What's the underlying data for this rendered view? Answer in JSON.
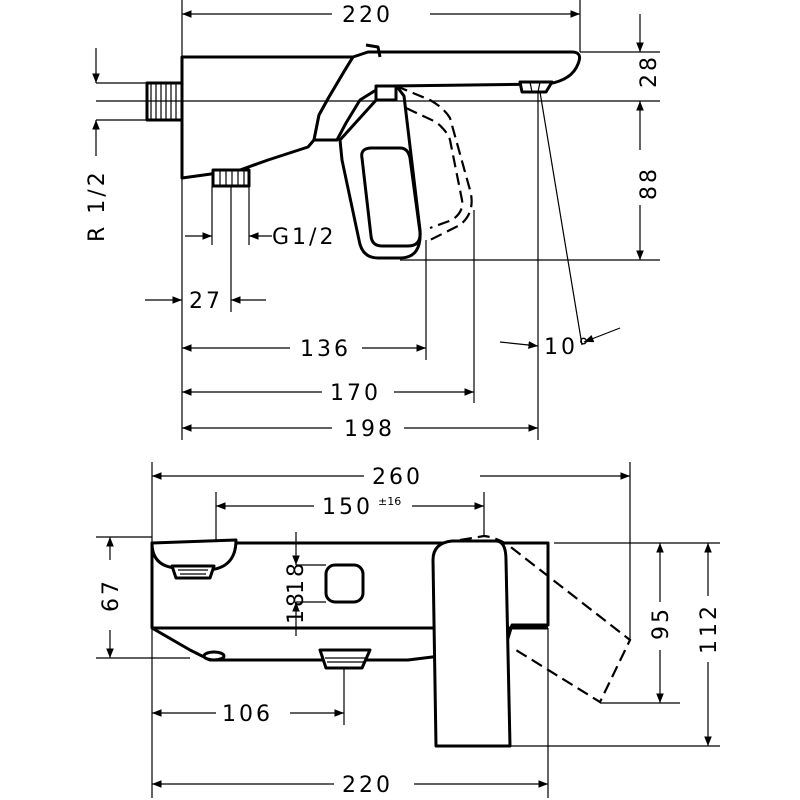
{
  "side_view": {
    "dimensions": {
      "width_total": "220",
      "spout_height": "28",
      "handle_height": "88",
      "thread_inlet": "R 1/2",
      "thread_outlet": "G1/2",
      "outlet_offset": "27",
      "dist_136": "136",
      "dist_170": "170",
      "dist_198": "198",
      "angle": "10°"
    }
  },
  "top_view": {
    "dimensions": {
      "overall": "260",
      "center_distance": "150",
      "center_tolerance": "±16",
      "knob_gap": "18",
      "knob_gap_2": "18",
      "depth_67": "67",
      "outlet_position": "106",
      "base_width": "220",
      "height_95": "95",
      "height_112": "112"
    }
  }
}
